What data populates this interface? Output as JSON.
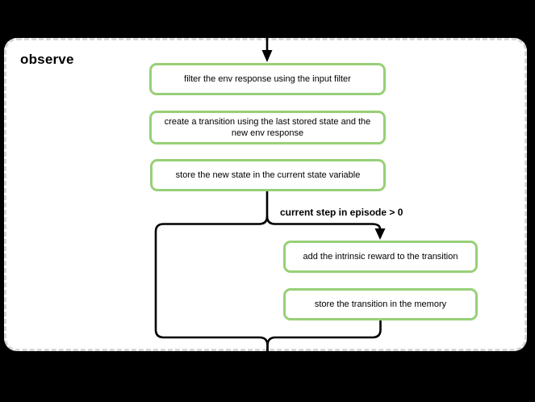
{
  "diagram": {
    "title": "observe",
    "nodes": [
      {
        "id": "filter-env-response",
        "label": "filter the env response using the input filter"
      },
      {
        "id": "create-transition",
        "label": "create a transition using the last stored state and the\nnew env response"
      },
      {
        "id": "store-new-state",
        "label": "store the new state in the current state variable"
      },
      {
        "id": "add-intrinsic-reward",
        "label": "add the intrinsic reward to the transition"
      },
      {
        "id": "store-transition",
        "label": "store the transition in the memory"
      }
    ],
    "edge_label": "current step in episode > 0",
    "colors": {
      "background": "#000000",
      "container_fill": "#ffffff",
      "container_border": "#d6d6d6",
      "node_border": "#97d077",
      "node_fill": "#ffffff",
      "line": "#000000",
      "text": "#000000"
    }
  }
}
